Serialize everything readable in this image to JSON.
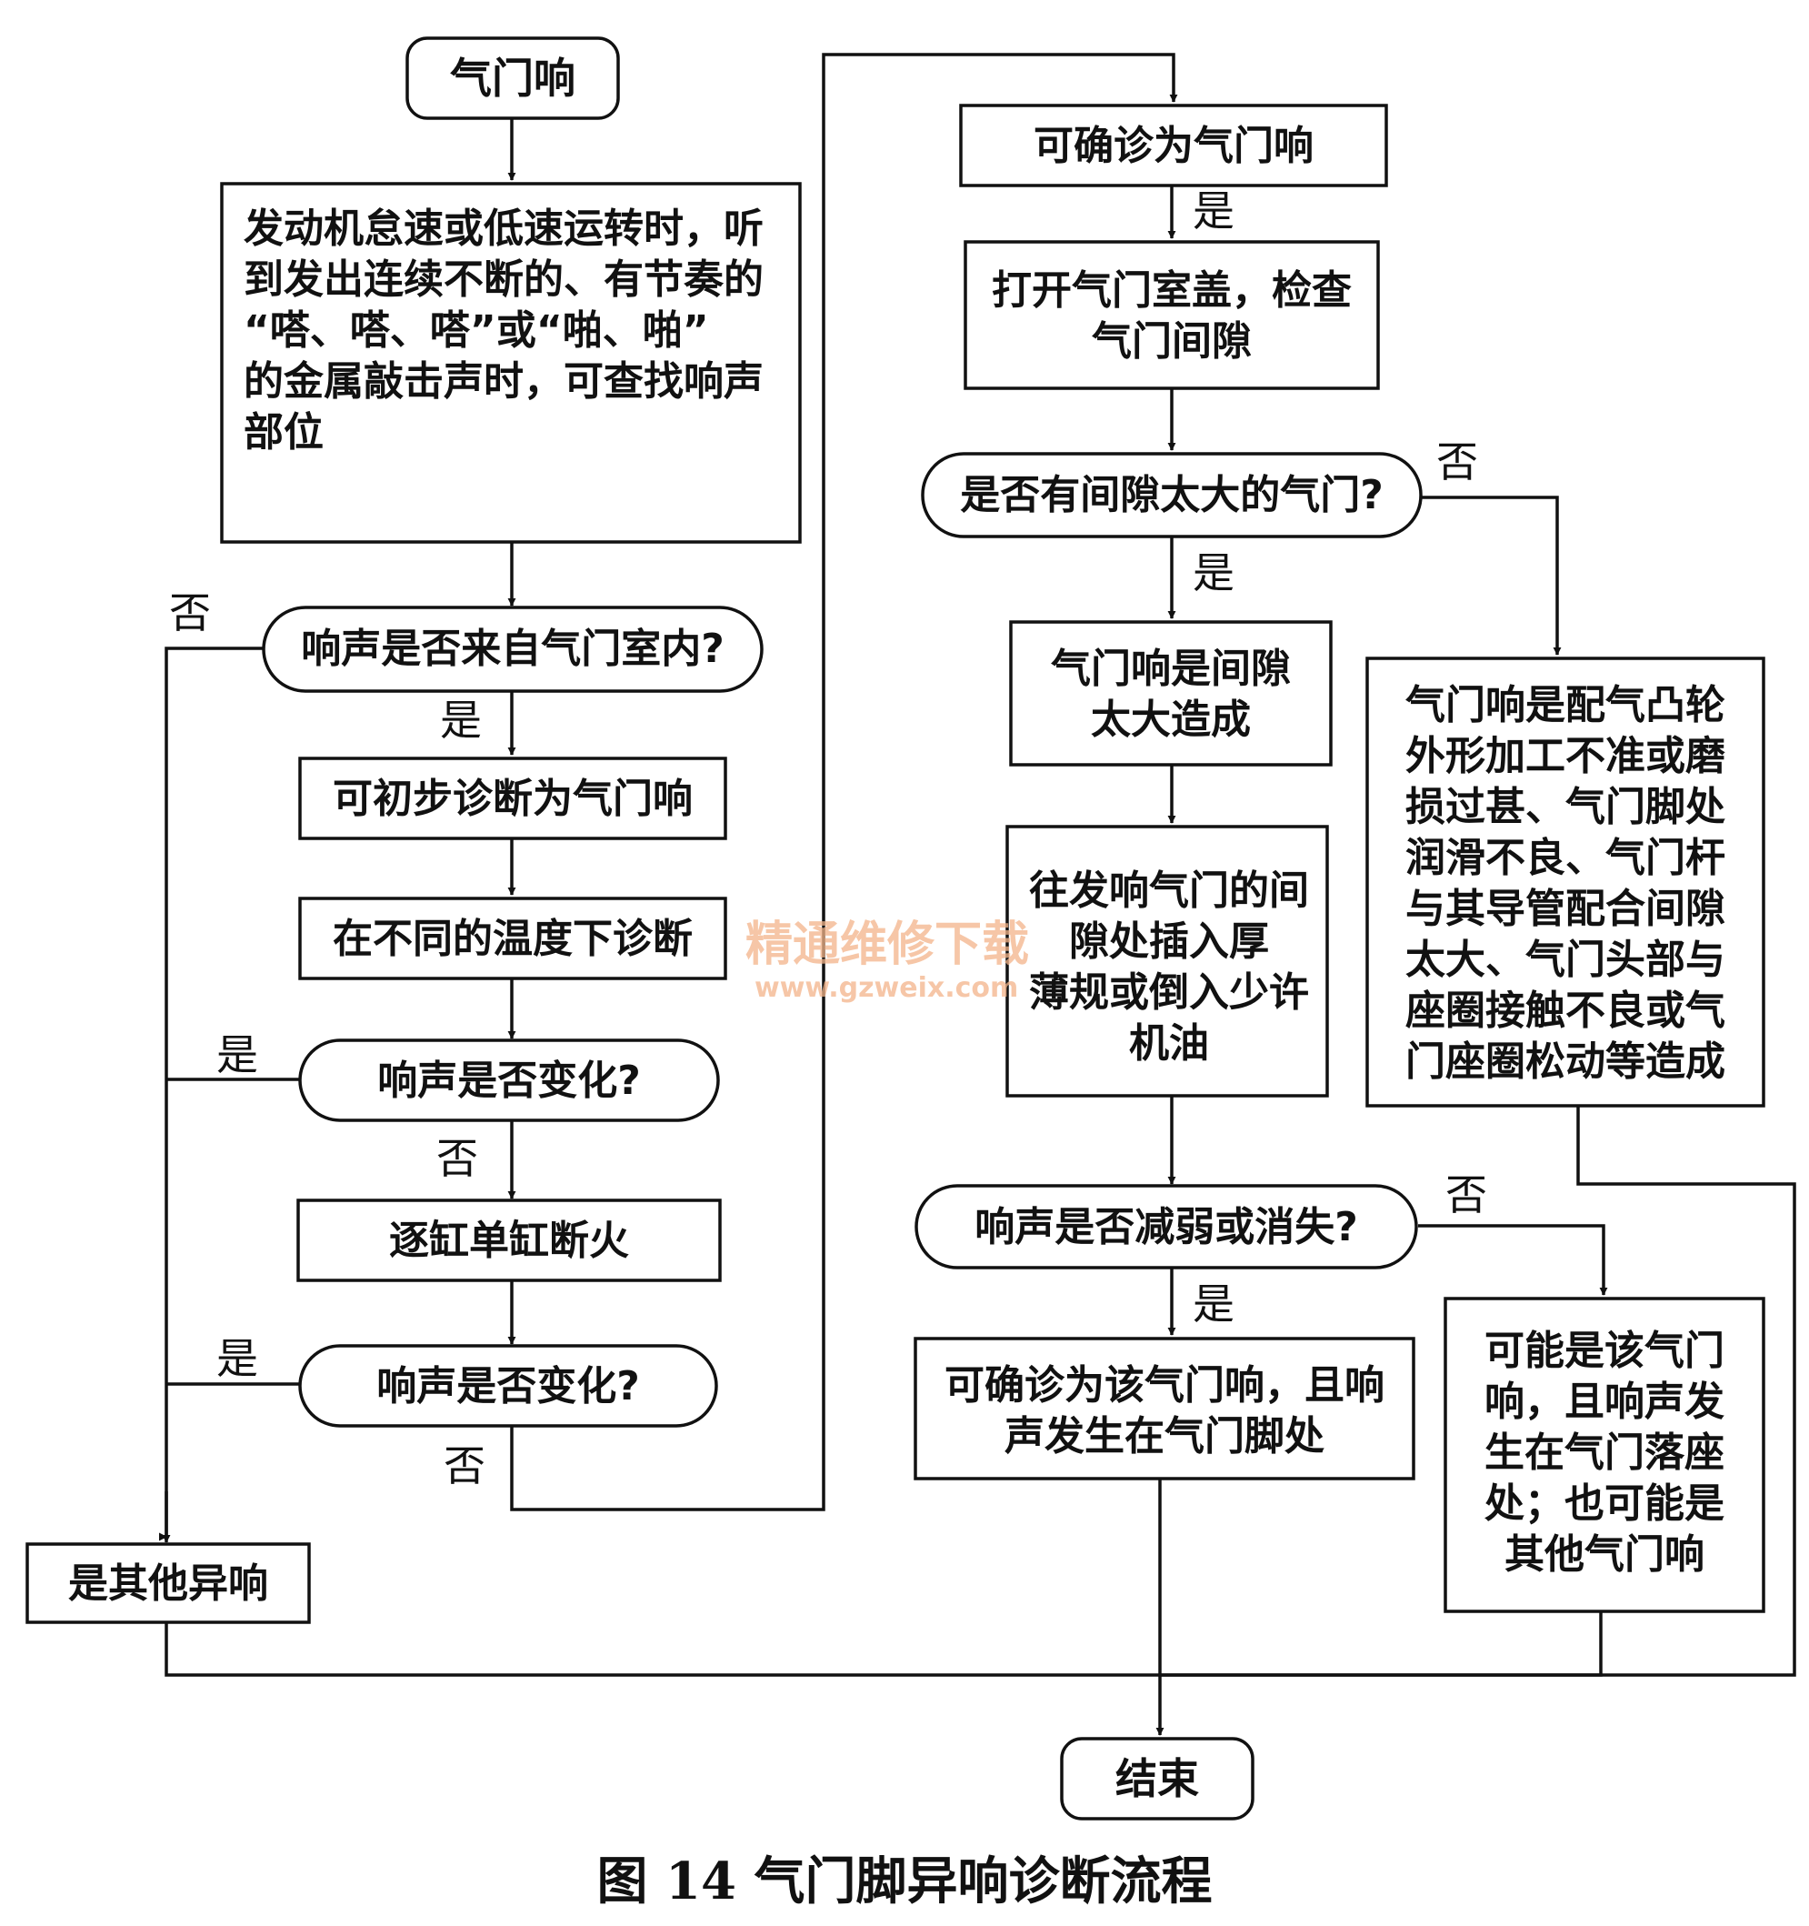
{
  "nodes": {
    "start": "气门响",
    "listen": [
      "发动机怠速或低速运转时，听",
      "到发出连续不断的、有节奏的",
      "“嗒、嗒、嗒”或“啪、啪”",
      "的金属敲击声时，可查找响声",
      "部位"
    ],
    "q_chamber": "响声是否来自气门室内?",
    "prelim": "可初步诊断为气门响",
    "temp": "在不同的温度下诊断",
    "q_change1": "响声是否变化?",
    "cut": "逐缸单缸断火",
    "q_change2": "响声是否变化?",
    "other": "是其他异响",
    "confirm": "可确诊为气门响",
    "open": [
      "打开气门室盖，检查",
      "气门间隙"
    ],
    "q_gap": "是否有间隙太大的气门?",
    "gap_cause": [
      "气门响是间隙",
      "太大造成"
    ],
    "insert": [
      "往发响气门的间",
      "隙处插入厚",
      "薄规或倒入少许",
      "机油"
    ],
    "q_weaken": "响声是否减弱或消失?",
    "foot": [
      "可确诊为该气门响，且响",
      "声发生在气门脚处"
    ],
    "seat": [
      "可能是该气门",
      "响，且响声发",
      "生在气门落座",
      "处；也可能是",
      "其他气门响"
    ],
    "cam": [
      "气门响是配气凸轮",
      "外形加工不准或磨",
      "损过甚、气门脚处",
      "润滑不良、气门杆",
      "与其导管配合间隙",
      "太大、气门头部与",
      "座圈接触不良或气",
      "门座圈松动等造成"
    ],
    "end": "结束"
  },
  "labels": {
    "yes": "是",
    "no": "否"
  },
  "caption": "图 14   气门脚异响诊断流程",
  "watermark": {
    "line1": "精通维修下载",
    "line2": "www.gzweix.com"
  }
}
